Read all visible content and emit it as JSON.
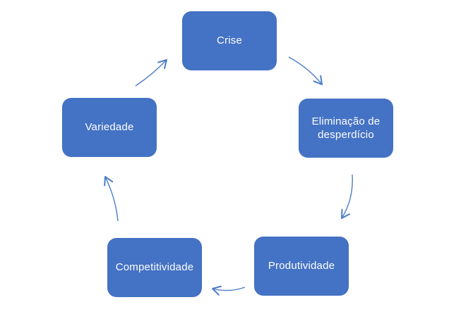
{
  "diagram": {
    "type": "cycle",
    "background_color": "#ffffff",
    "node_fill_color": "#4472C4",
    "node_text_color": "#ffffff",
    "arrow_color": "#4d7dc8",
    "nodes": [
      {
        "id": "crise",
        "label": "Crise"
      },
      {
        "id": "eliminacao-de-desperdicio",
        "label": "Eliminação de desperdício"
      },
      {
        "id": "produtividade",
        "label": "Produtividade"
      },
      {
        "id": "competitividade",
        "label": "Competitividade"
      },
      {
        "id": "variedade",
        "label": "Variedade"
      }
    ],
    "edges": [
      {
        "from": "Crise",
        "to": "Eliminação de desperdício"
      },
      {
        "from": "Eliminação de desperdício",
        "to": "Produtividade"
      },
      {
        "from": "Produtividade",
        "to": "Competitividade"
      },
      {
        "from": "Competitividade",
        "to": "Variedade"
      },
      {
        "from": "Variedade",
        "to": "Crise"
      }
    ]
  }
}
